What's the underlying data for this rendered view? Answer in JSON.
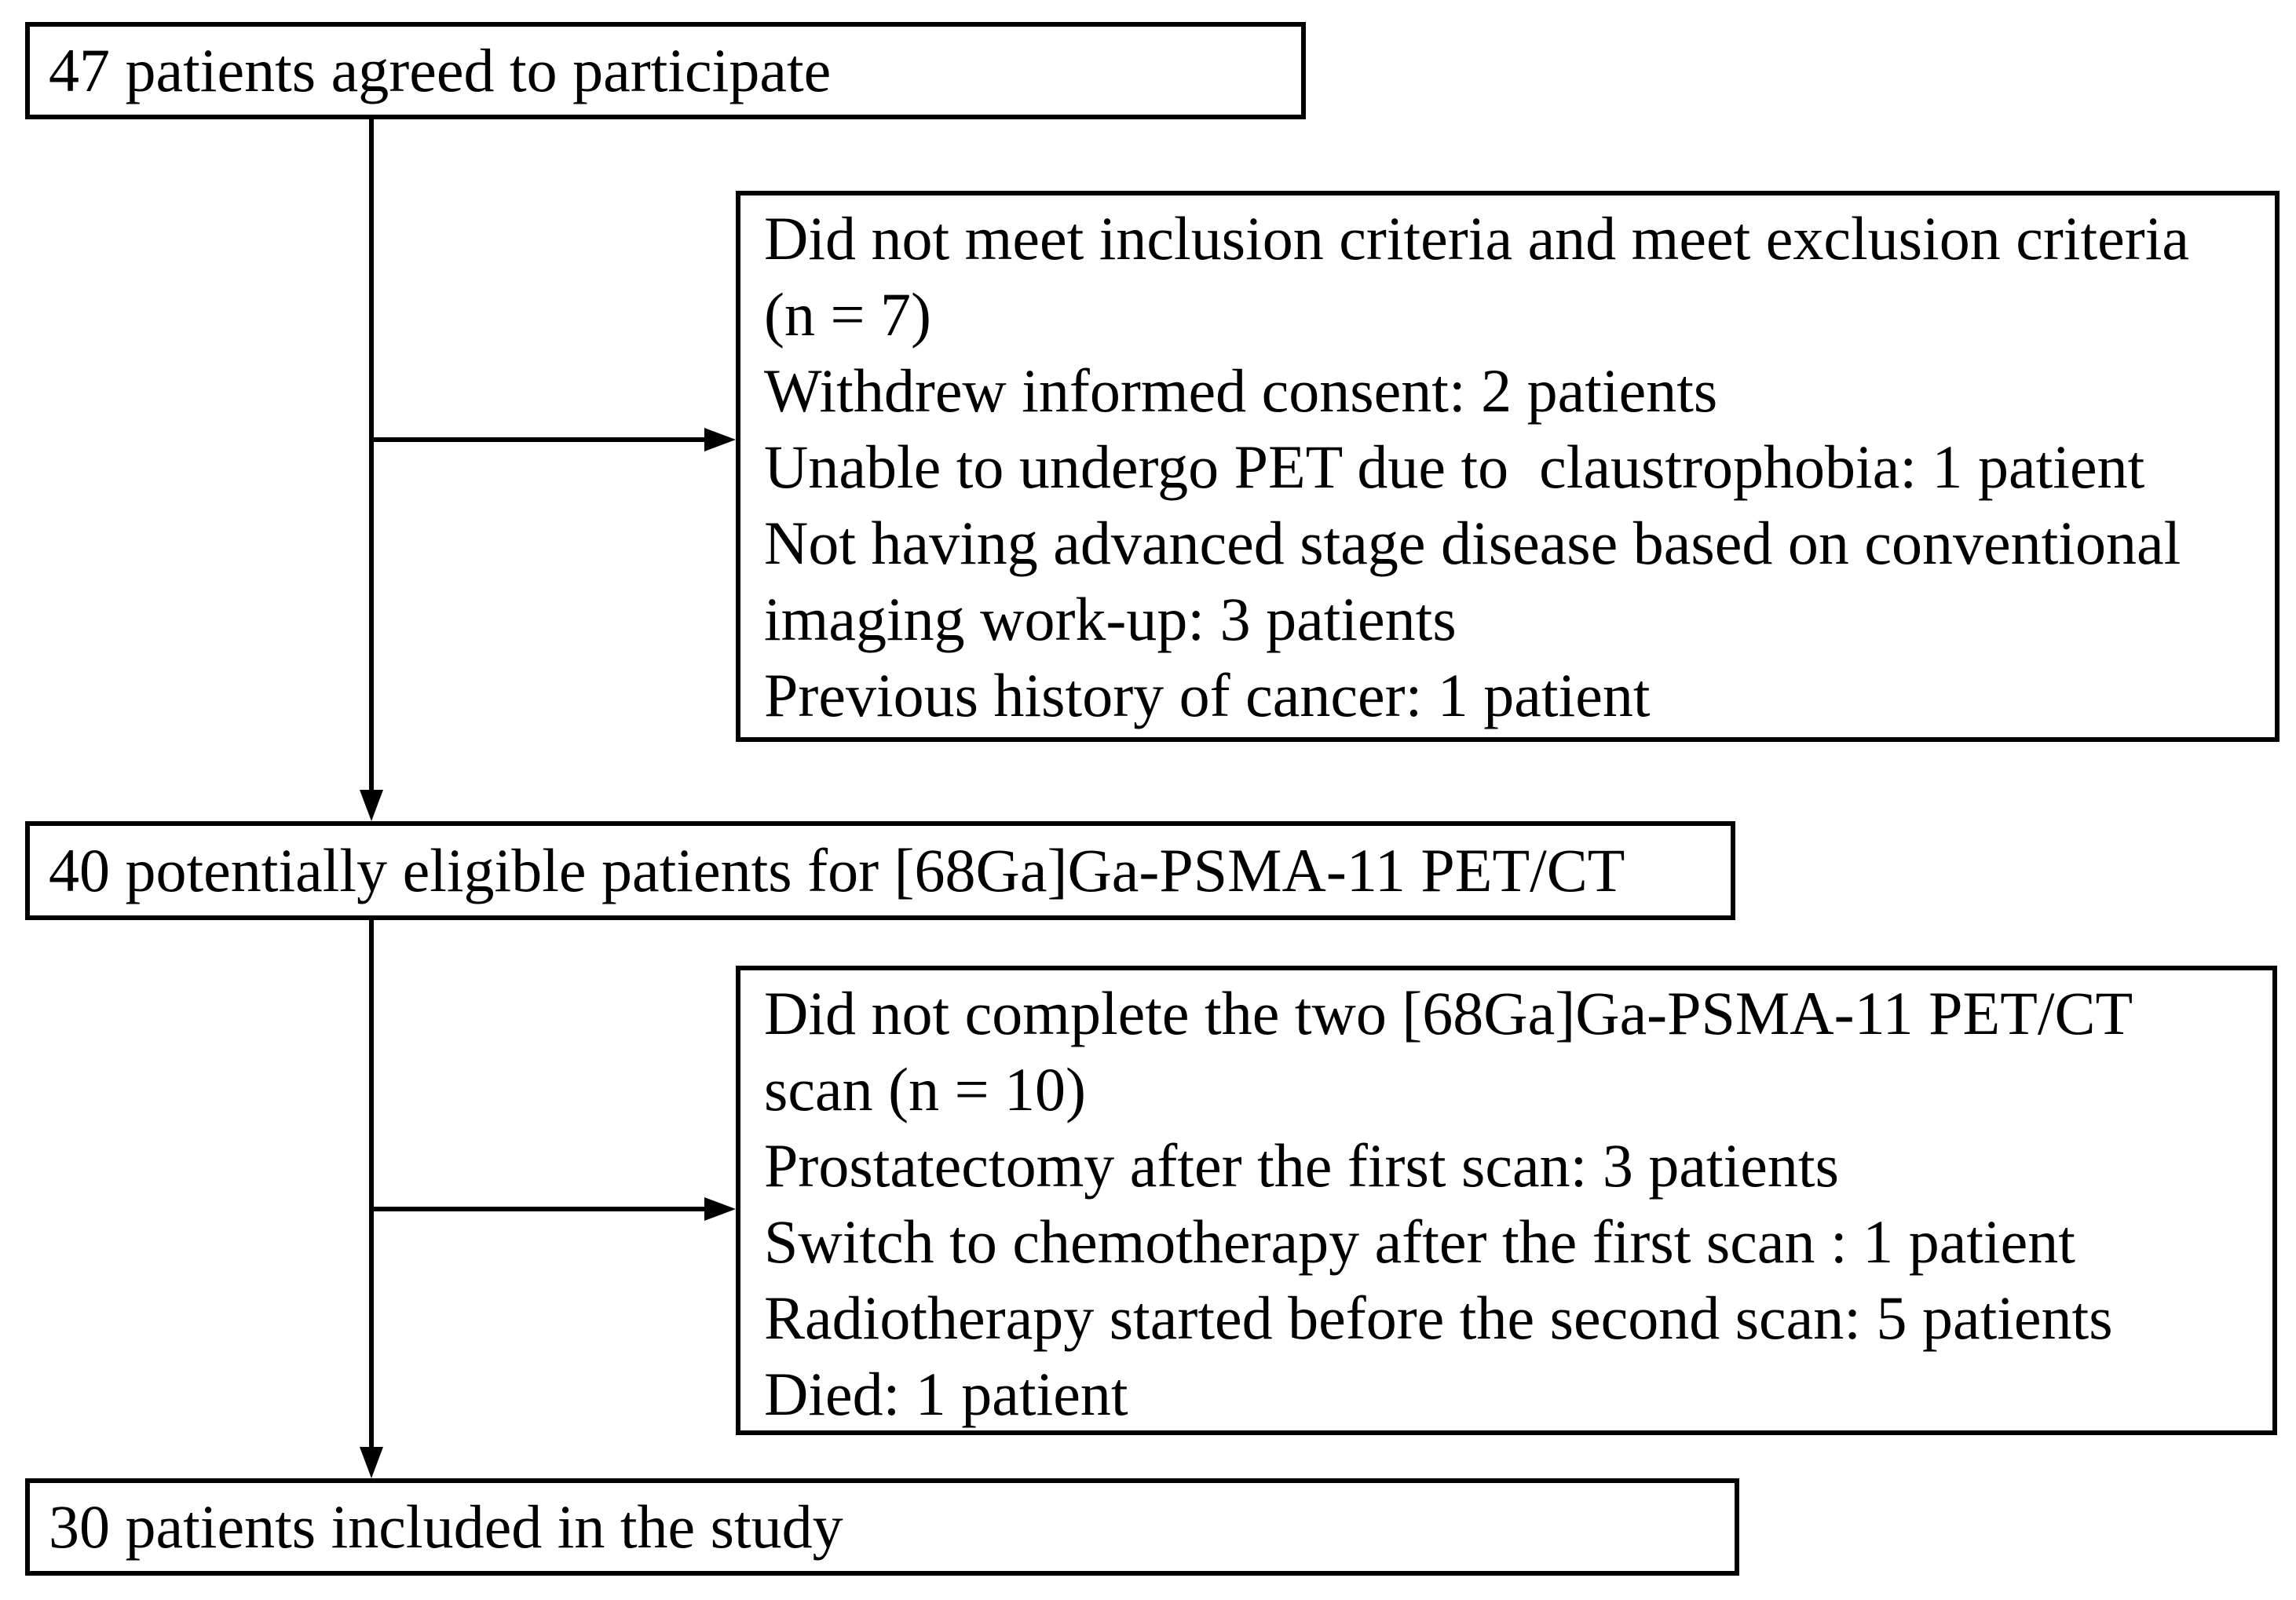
{
  "flowchart": {
    "nodes": {
      "agreed": {
        "text": "47 patients agreed to participate"
      },
      "not_eligible": {
        "lines": [
          "Did not meet inclusion criteria and meet exclusion criteria",
          "(n = 7)",
          "Withdrew informed consent: 2 patients",
          "Unable to undergo PET due to  claustrophobia: 1 patient",
          "Not having advanced stage disease based on conventional",
          "imaging work-up: 3 patients",
          "Previous history of cancer: 1 patient"
        ]
      },
      "eligible": {
        "text": "40 potentially eligible patients for [68Ga]Ga-PSMA-11 PET/CT"
      },
      "not_completed": {
        "lines": [
          "Did not complete the two [68Ga]Ga-PSMA-11 PET/CT",
          "scan (n = 10)",
          "Prostatectomy after the first scan: 3 patients",
          "Switch to chemotherapy after the first scan : 1 patient",
          "Radiotherapy started before the second scan: 5 patients",
          "Died: 1 patient"
        ]
      },
      "included": {
        "text": "30 patients included in the study"
      }
    },
    "colors": {
      "ink": "#000000",
      "paper": "#ffffff"
    }
  }
}
